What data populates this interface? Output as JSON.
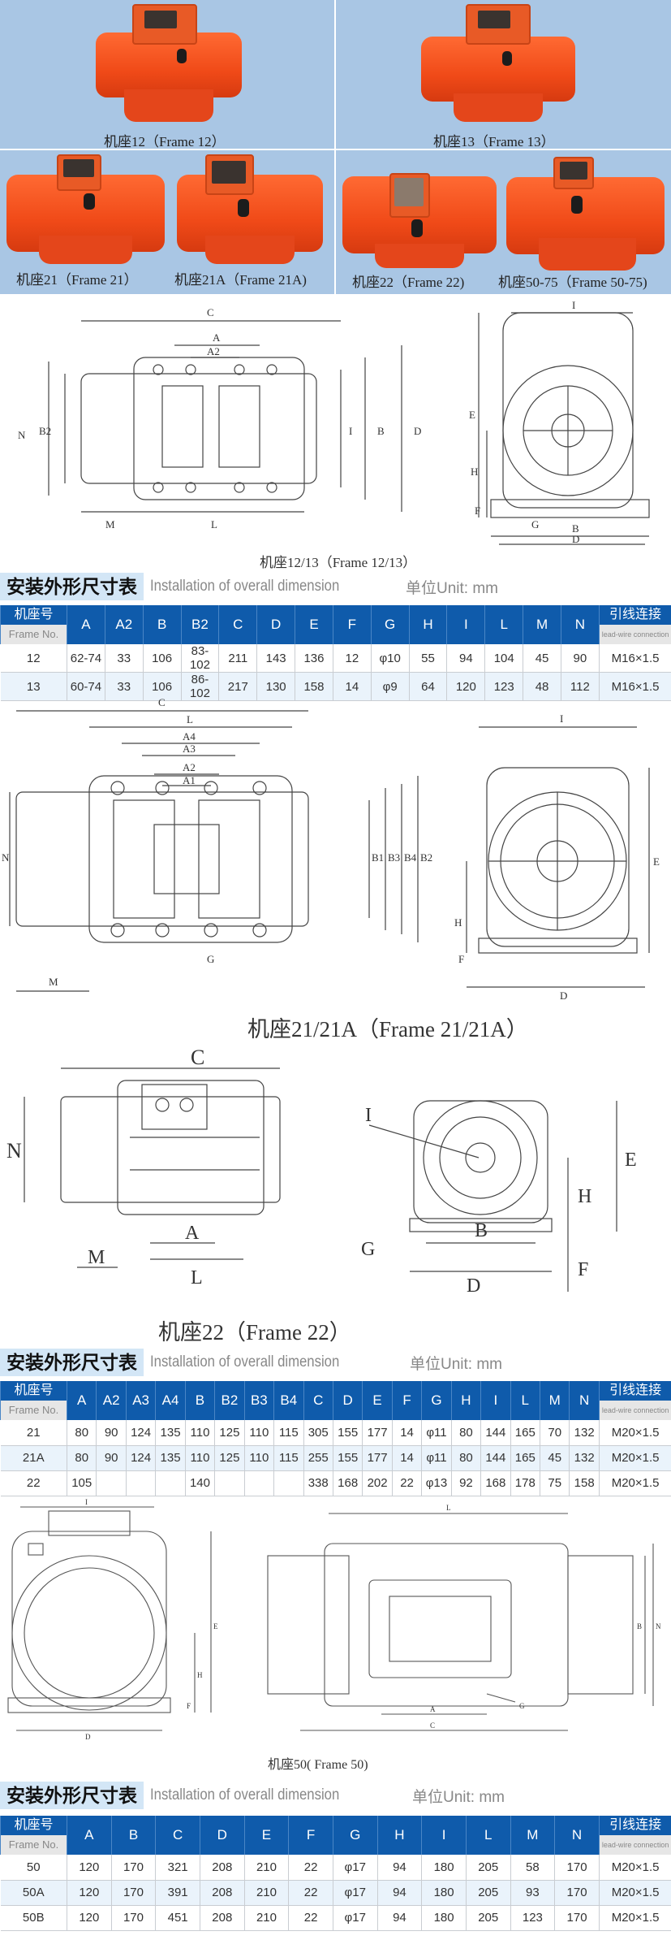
{
  "photos": [
    {
      "caption": "机座12（Frame 12）"
    },
    {
      "caption": "机座13（Frame 13）"
    },
    {
      "caption": "机座21（Frame 21）"
    },
    {
      "caption": "机座21A（Frame 21A)"
    },
    {
      "caption": "机座22（Frame 22)"
    },
    {
      "caption": "机座50-75（Frame 50-75)"
    }
  ],
  "drawings": {
    "frame_12_13": {
      "caption": "机座12/13（Frame 12/13）",
      "labels": [
        "C",
        "A",
        "A2",
        "B2",
        "N",
        "I",
        "B",
        "D",
        "M",
        "L",
        "E",
        "H",
        "F",
        "G",
        "B",
        "D",
        "I"
      ]
    },
    "frame_21": {
      "caption": "机座21/21A（Frame 21/21A）",
      "labels": [
        "C",
        "L",
        "A4",
        "A3",
        "A2",
        "A1",
        "N",
        "B1",
        "B3",
        "B4",
        "B2",
        "M",
        "G",
        "I",
        "E",
        "H",
        "F",
        "D"
      ]
    },
    "frame_22": {
      "caption": "机座22（Frame 22）",
      "labels": [
        "C",
        "N",
        "A",
        "M",
        "L",
        "I",
        "E",
        "H",
        "G",
        "B",
        "D",
        "F"
      ]
    },
    "frame_50": {
      "caption": "机座50( Frame 50)",
      "labels": [
        "I",
        "E",
        "H",
        "F",
        "D",
        "L",
        "B",
        "N",
        "A",
        "C",
        "G"
      ]
    }
  },
  "section_title": {
    "cn": "安装外形尺寸表",
    "en": "Installation of overall dimension",
    "unit": "单位Unit: mm"
  },
  "frame_header": {
    "cn": "机座号",
    "en": "Frame No."
  },
  "lead_header": {
    "cn": "引线连接",
    "en": "lead-wire connection"
  },
  "table1": {
    "columns": [
      "A",
      "A2",
      "B",
      "B2",
      "C",
      "D",
      "E",
      "F",
      "G",
      "H",
      "I",
      "L",
      "M",
      "N"
    ],
    "rows": [
      [
        "12",
        "62-74",
        "33",
        "106",
        "83-102",
        "211",
        "143",
        "136",
        "12",
        "φ10",
        "55",
        "94",
        "104",
        "45",
        "90",
        "M16×1.5"
      ],
      [
        "13",
        "60-74",
        "33",
        "106",
        "86-102",
        "217",
        "130",
        "158",
        "14",
        "φ9",
        "64",
        "120",
        "123",
        "48",
        "112",
        "M16×1.5"
      ]
    ]
  },
  "table2": {
    "columns": [
      "A",
      "A2",
      "A3",
      "A4",
      "B",
      "B2",
      "B3",
      "B4",
      "C",
      "D",
      "E",
      "F",
      "G",
      "H",
      "I",
      "L",
      "M",
      "N"
    ],
    "rows": [
      [
        "21",
        "80",
        "90",
        "124",
        "135",
        "110",
        "125",
        "110",
        "115",
        "305",
        "155",
        "177",
        "14",
        "φ11",
        "80",
        "144",
        "165",
        "70",
        "132",
        "M20×1.5"
      ],
      [
        "21A",
        "80",
        "90",
        "124",
        "135",
        "110",
        "125",
        "110",
        "115",
        "255",
        "155",
        "177",
        "14",
        "φ11",
        "80",
        "144",
        "165",
        "45",
        "132",
        "M20×1.5"
      ],
      [
        "22",
        "105",
        "",
        "",
        "",
        "140",
        "",
        "",
        "",
        "338",
        "168",
        "202",
        "22",
        "φ13",
        "92",
        "168",
        "178",
        "75",
        "158",
        "M20×1.5"
      ]
    ]
  },
  "table3": {
    "columns": [
      "A",
      "B",
      "C",
      "D",
      "E",
      "F",
      "G",
      "H",
      "I",
      "L",
      "M",
      "N"
    ],
    "rows": [
      [
        "50",
        "120",
        "170",
        "321",
        "208",
        "210",
        "22",
        "φ17",
        "94",
        "180",
        "205",
        "58",
        "170",
        "M20×1.5"
      ],
      [
        "50A",
        "120",
        "170",
        "391",
        "208",
        "210",
        "22",
        "φ17",
        "94",
        "180",
        "205",
        "93",
        "170",
        "M20×1.5"
      ],
      [
        "50B",
        "120",
        "170",
        "451",
        "208",
        "210",
        "22",
        "φ17",
        "94",
        "180",
        "205",
        "123",
        "170",
        "M20×1.5"
      ]
    ]
  }
}
